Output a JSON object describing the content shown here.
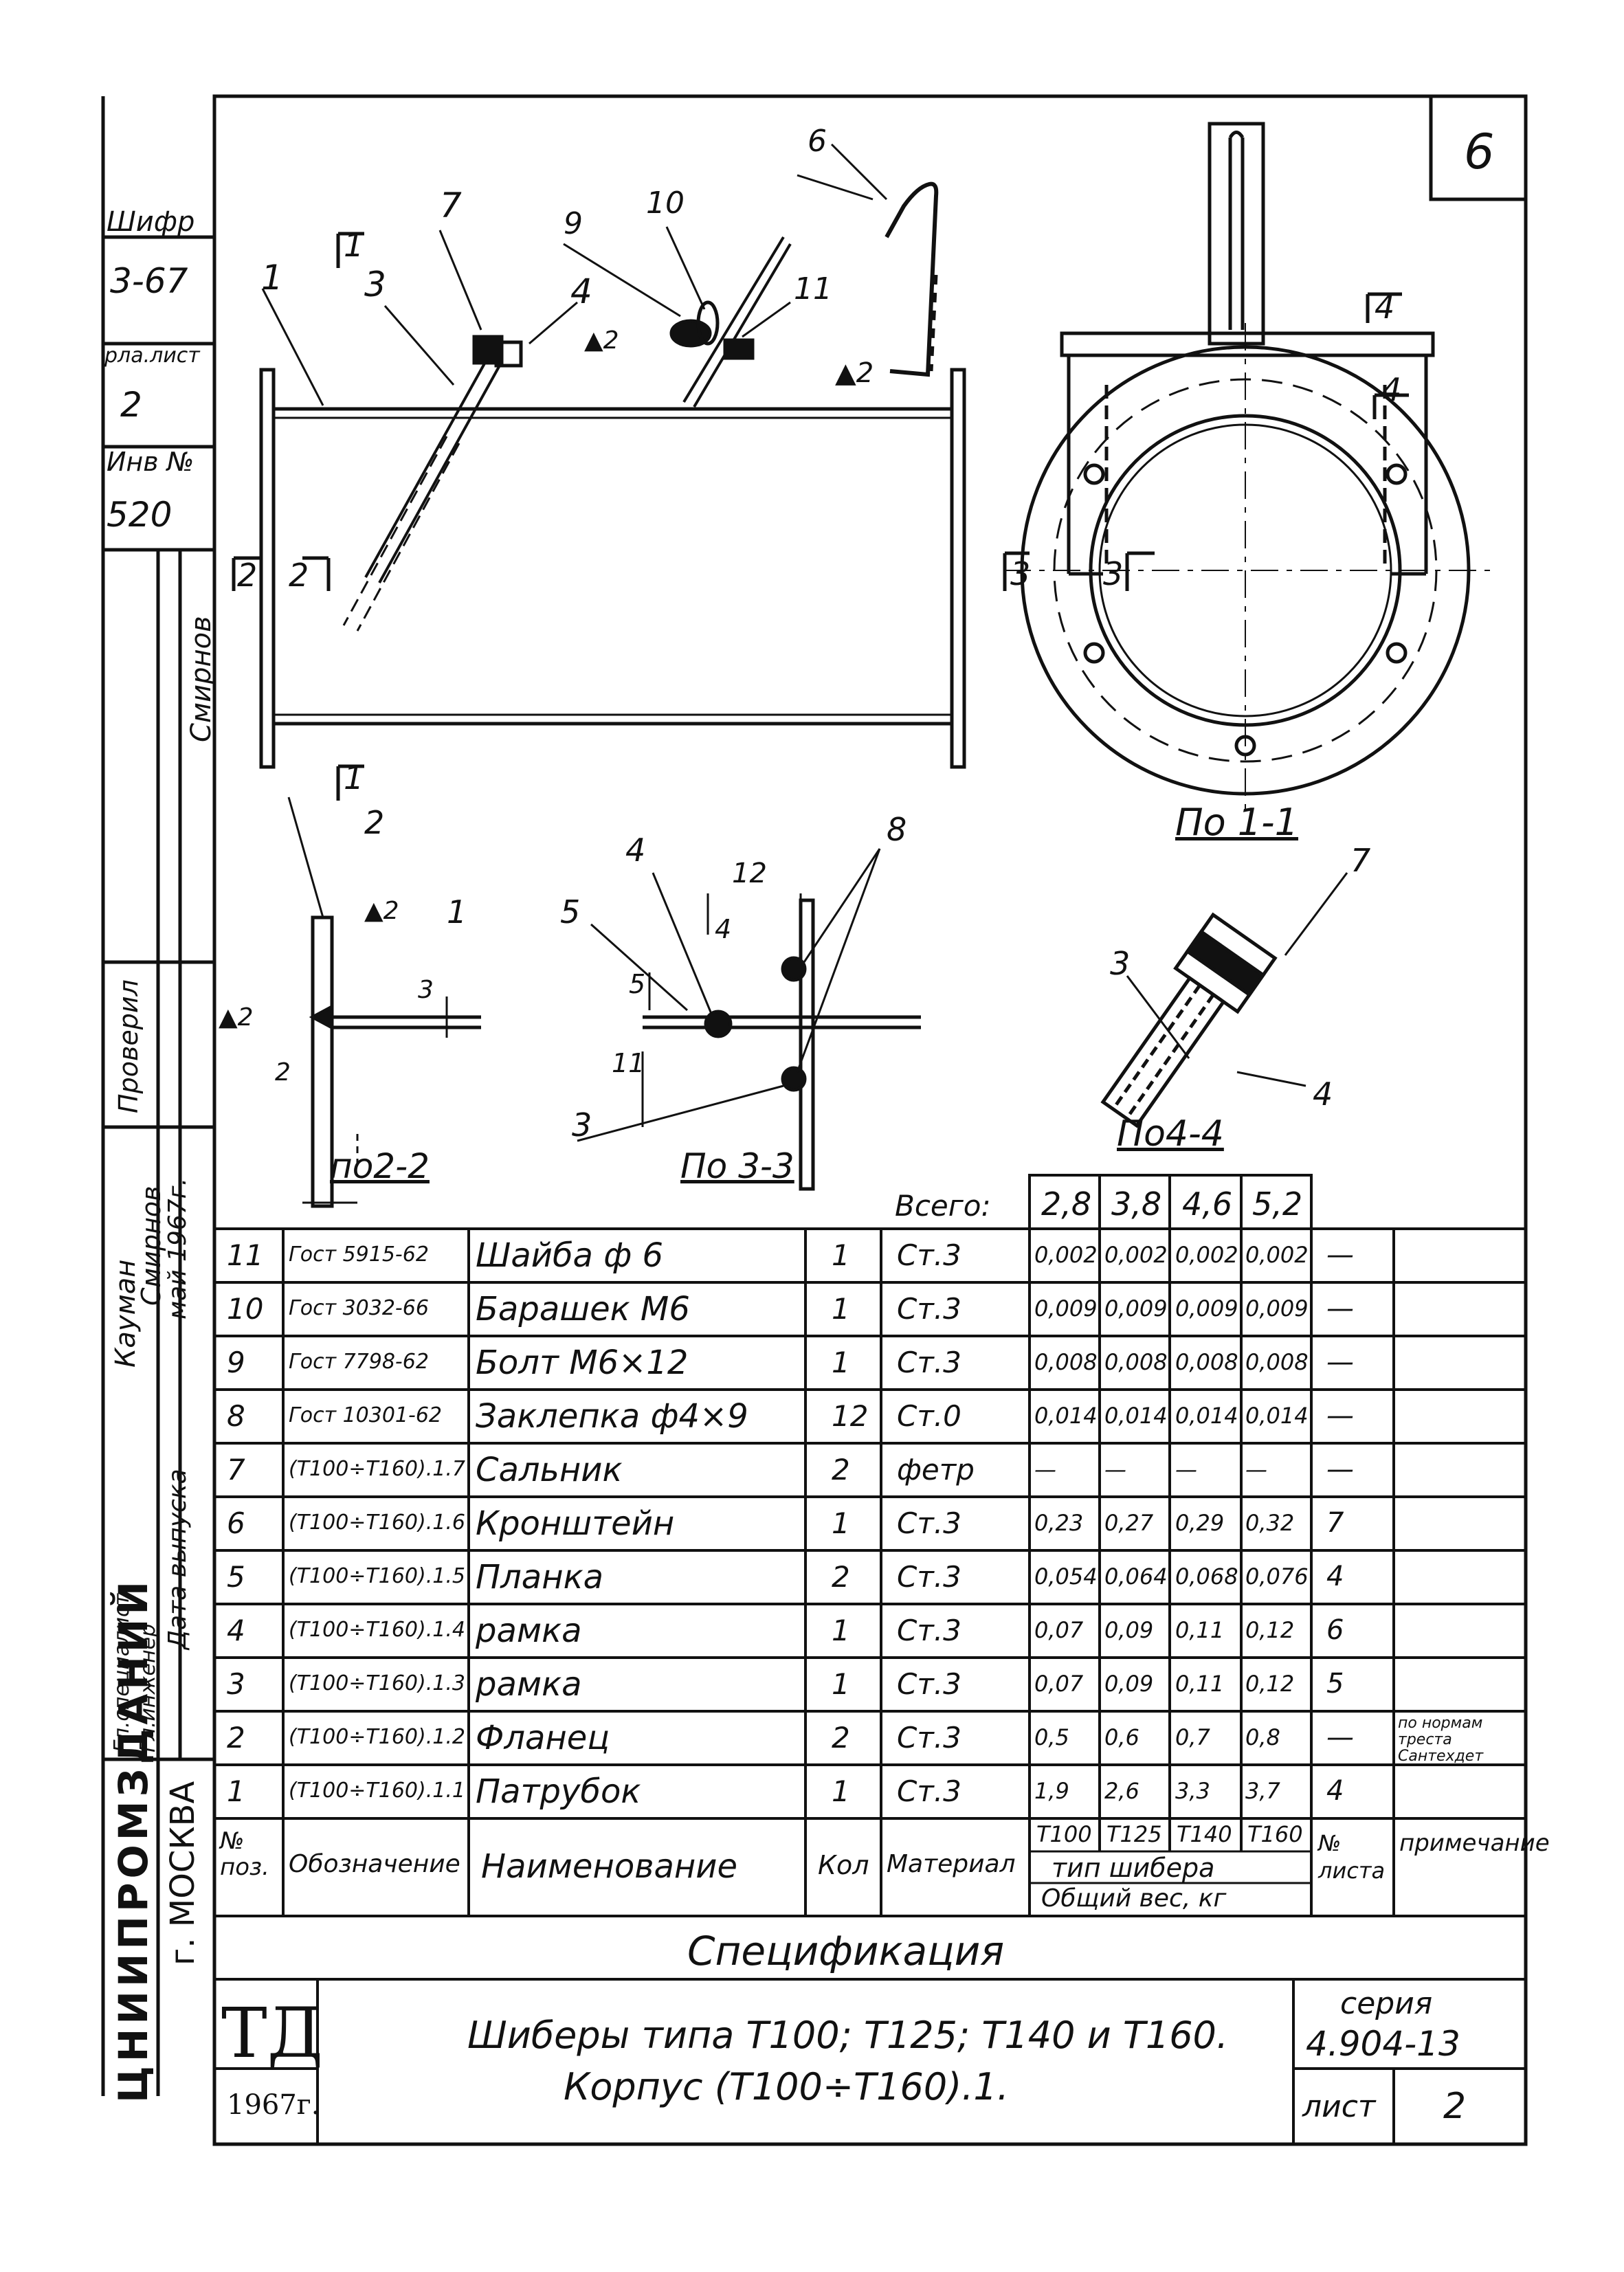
{
  "sheet_corner_number": "6",
  "left_margin": {
    "code_label": "Шифр",
    "code_value": "3-67",
    "sheet_label": "рла.лист",
    "sheet_value": "2",
    "inv_label": "Инв №",
    "inv_value": "520",
    "sign_smirnov": "Смирнов",
    "checked_label": "Проверил",
    "chief_label": "Гл.специалист",
    "chief_name": "Кауман",
    "engineer_label": "Гл.инженер",
    "engineer_name": "Смирнов",
    "date_label": "Дата выпуска",
    "date_value": "май 1967г.",
    "publisher": "ЦНИИПРОМЗДАНИЙ",
    "city": "г. МОСКВА"
  },
  "drawing": {
    "callouts": [
      "1",
      "2",
      "3",
      "4",
      "5",
      "6",
      "7",
      "8",
      "9",
      "10",
      "11",
      "12"
    ],
    "weld_mark": "▲2",
    "section_1_1": "По 1-1",
    "section_2_2": "по2-2",
    "section_3_3": "По 3-3",
    "section_4_4": "По4-4",
    "section_marks": [
      "1",
      "2",
      "3",
      "4"
    ],
    "dim_12": "12",
    "dim_4": "4",
    "dim_5": "5",
    "dim_11": "11",
    "dim_3": "3",
    "dim_2": "2"
  },
  "spec": {
    "total_label": "Всего:",
    "totals": [
      "2,8",
      "3,8",
      "4,6",
      "5,2"
    ],
    "rows": [
      {
        "pos": "11",
        "code": "Гост 5915-62",
        "name": "Шайба ф 6",
        "qty": "1",
        "mat": "Ст.3",
        "w": [
          "0,002",
          "0,002",
          "0,002",
          "0,002"
        ],
        "sheet": "—",
        "note": ""
      },
      {
        "pos": "10",
        "code": "Гост 3032-66",
        "name": "Барашек М6",
        "qty": "1",
        "mat": "Ст.3",
        "w": [
          "0,009",
          "0,009",
          "0,009",
          "0,009"
        ],
        "sheet": "—",
        "note": ""
      },
      {
        "pos": "9",
        "code": "Гост 7798-62",
        "name": "Болт М6×12",
        "qty": "1",
        "mat": "Ст.3",
        "w": [
          "0,008",
          "0,008",
          "0,008",
          "0,008"
        ],
        "sheet": "—",
        "note": ""
      },
      {
        "pos": "8",
        "code": "Гост 10301-62",
        "name": "Заклепка ф4×9",
        "qty": "12",
        "mat": "Ст.0",
        "w": [
          "0,014",
          "0,014",
          "0,014",
          "0,014"
        ],
        "sheet": "—",
        "note": ""
      },
      {
        "pos": "7",
        "code": "(Т100÷Т160).1.7",
        "name": "Сальник",
        "qty": "2",
        "mat": "фетр",
        "w": [
          "—",
          "—",
          "—",
          "—"
        ],
        "sheet": "—",
        "note": ""
      },
      {
        "pos": "6",
        "code": "(Т100÷Т160).1.6",
        "name": "Кронштейн",
        "qty": "1",
        "mat": "Ст.3",
        "w": [
          "0,23",
          "0,27",
          "0,29",
          "0,32"
        ],
        "sheet": "7",
        "note": ""
      },
      {
        "pos": "5",
        "code": "(Т100÷Т160).1.5",
        "name": "Планка",
        "qty": "2",
        "mat": "Ст.3",
        "w": [
          "0,054",
          "0,064",
          "0,068",
          "0,076"
        ],
        "sheet": "4",
        "note": ""
      },
      {
        "pos": "4",
        "code": "(Т100÷Т160).1.4",
        "name": "рамка",
        "qty": "1",
        "mat": "Ст.3",
        "w": [
          "0,07",
          "0,09",
          "0,11",
          "0,12"
        ],
        "sheet": "6",
        "note": ""
      },
      {
        "pos": "3",
        "code": "(Т100÷Т160).1.3",
        "name": "рамка",
        "qty": "1",
        "mat": "Ст.3",
        "w": [
          "0,07",
          "0,09",
          "0,11",
          "0,12"
        ],
        "sheet": "5",
        "note": ""
      },
      {
        "pos": "2",
        "code": "(Т100÷Т160).1.2",
        "name": "Фланец",
        "qty": "2",
        "mat": "Ст.3",
        "w": [
          "0,5",
          "0,6",
          "0,7",
          "0,8"
        ],
        "sheet": "—",
        "note": "по нормам треста Сантехдет"
      },
      {
        "pos": "1",
        "code": "(Т100÷Т160).1.1",
        "name": "Патрубок",
        "qty": "1",
        "mat": "Ст.3",
        "w": [
          "1,9",
          "2,6",
          "3,3",
          "3,7"
        ],
        "sheet": "4",
        "note": ""
      }
    ],
    "header": {
      "pos": "№ поз.",
      "code": "Обозначение",
      "name": "Наименование",
      "qty": "Кол",
      "mat": "Материал",
      "types": [
        "Т100",
        "Т125",
        "Т140",
        "Т160"
      ],
      "type_label": "тип шибера",
      "weight_label": "Общий вес, кг",
      "sheet": "№ листа",
      "note": "примечание"
    },
    "caption": "Спецификация"
  },
  "title_block": {
    "logo": "ТД",
    "year": "1967г.",
    "title_line1": "Шиберы типа Т100; Т125; Т140 и Т160.",
    "title_line2": "Корпус (Т100÷Т160).1.",
    "series_label": "серия",
    "series_value": "4.904-13",
    "sheet_label": "лист",
    "sheet_value": "2"
  }
}
